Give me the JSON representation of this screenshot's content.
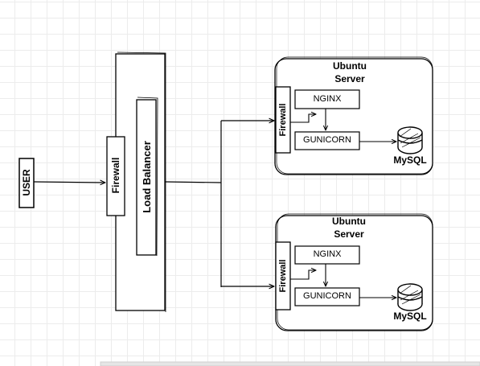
{
  "diagram": {
    "user_label": "USER",
    "firewall_label": "Firewall",
    "load_balancer_label": "Load Balancer",
    "servers": [
      {
        "title_line1": "Ubuntu",
        "title_line2": "Server",
        "firewall_label": "Firewall",
        "nginx_label": "NGINX",
        "gunicorn_label": "GUNICORN",
        "db_label": "MySQL"
      },
      {
        "title_line1": "Ubuntu",
        "title_line2": "Server",
        "firewall_label": "Firewall",
        "nginx_label": "NGINX",
        "gunicorn_label": "GUNICORN",
        "db_label": "MySQL"
      }
    ]
  }
}
